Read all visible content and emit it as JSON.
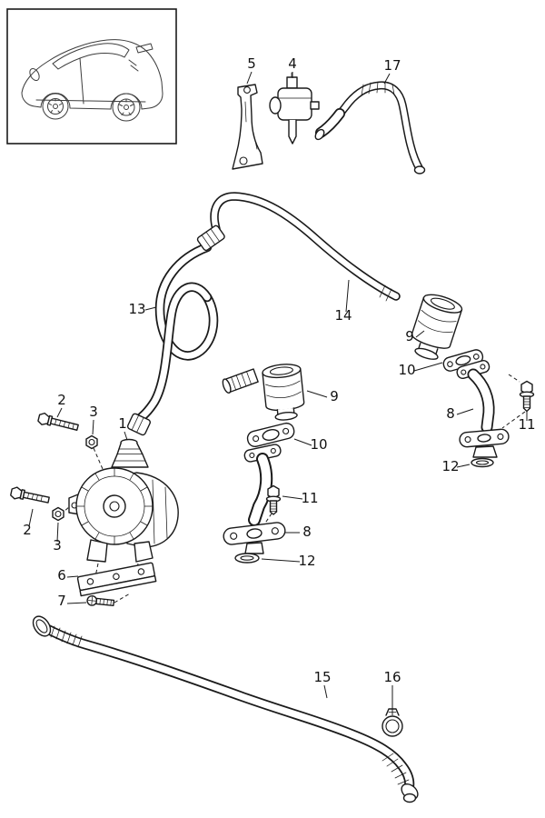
{
  "colors": {
    "line": "#1a1a1a",
    "background": "#ffffff"
  },
  "callouts": [
    {
      "label": "5"
    },
    {
      "label": "4"
    },
    {
      "label": "17"
    },
    {
      "label": "13"
    },
    {
      "label": "14"
    },
    {
      "label": "9"
    },
    {
      "label": "10"
    },
    {
      "label": "8"
    },
    {
      "label": "11"
    },
    {
      "label": "12"
    },
    {
      "label": "9"
    },
    {
      "label": "10"
    },
    {
      "label": "8"
    },
    {
      "label": "11"
    },
    {
      "label": "12"
    },
    {
      "label": "2"
    },
    {
      "label": "3"
    },
    {
      "label": "1"
    },
    {
      "label": "2"
    },
    {
      "label": "3"
    },
    {
      "label": "6"
    },
    {
      "label": "7"
    },
    {
      "label": "15"
    },
    {
      "label": "16"
    }
  ]
}
